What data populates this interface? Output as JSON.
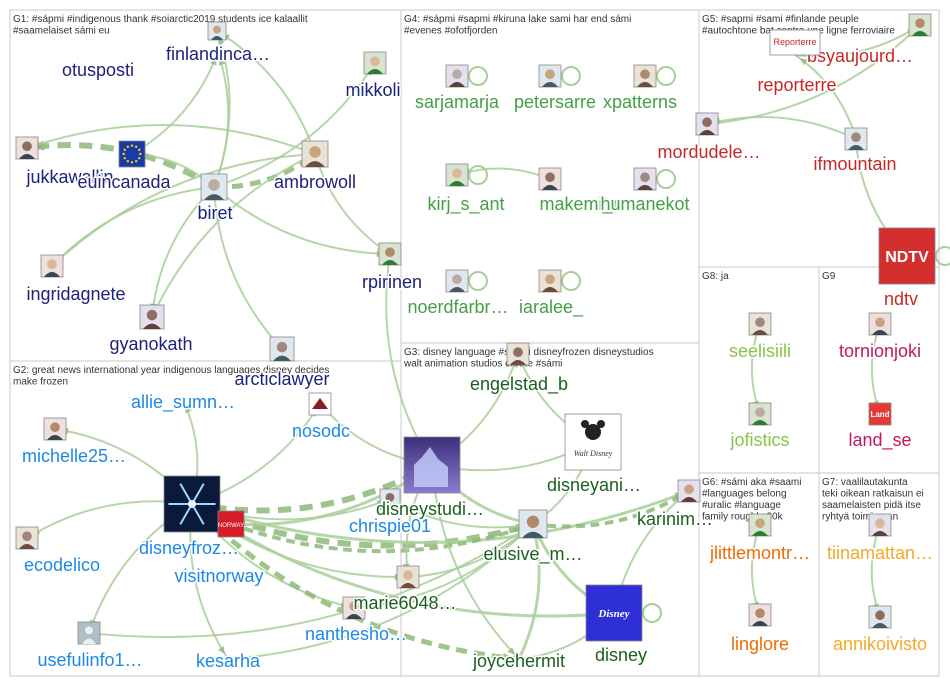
{
  "colors": {
    "edge": "#a8cf9a",
    "edge_dark": "#8eb979",
    "group_border": "#c8c8c8"
  },
  "groups": [
    {
      "id": "G1",
      "lines": [
        "G1: #sápmi #indigenous thank #soiarctic2019 students ice kalaallit",
        "#saamelaiset sámi eu"
      ],
      "color": "#1a237e"
    },
    {
      "id": "G2",
      "lines": [
        "G2: great news international year indigenous languages disney decides",
        "make frozen"
      ],
      "color": "#1e88e5"
    },
    {
      "id": "G3",
      "lines": [
        "G3: disney language #sapmi disneyfrozen disneystudios",
        "walt animation studios create #sámi"
      ],
      "color": "#1b5e20"
    },
    {
      "id": "G4",
      "lines": [
        "G4: #sápmi #sapmi #kiruna lake sami har end sámi",
        "#evenes #ofotfjorden"
      ],
      "color": "#43a047"
    },
    {
      "id": "G5",
      "lines": [
        "G5: #sapmi #sami #finlande peuple",
        "#autochtone bat contre une ligne ferroviaire"
      ],
      "color": "#c62828"
    },
    {
      "id": "G6",
      "lines": [
        "G6: #sámi aka #saami",
        "#languages belong",
        "#uralic #language",
        "family roughly 30k"
      ],
      "color": "#ef6c00"
    },
    {
      "id": "G7",
      "lines": [
        "G7: vaalilautakunta",
        "teki oikean ratkaisun ei",
        "saamelaisten pidä itse",
        "ryhtyä toimimaan"
      ],
      "color": "#f9a825"
    },
    {
      "id": "G8",
      "lines": [
        "G8: ja"
      ],
      "color": "#8bc34a"
    },
    {
      "id": "G9",
      "lines": [
        "G9"
      ],
      "color": "#c2185b"
    }
  ],
  "nodes": [
    {
      "id": "otusposti",
      "label": "otusposti",
      "group": "G1"
    },
    {
      "id": "finlandinca",
      "label": "finlandinca…",
      "group": "G1"
    },
    {
      "id": "mikkoli",
      "label": "mikkoli",
      "group": "G1"
    },
    {
      "id": "jukkawallin",
      "label": "jukkawallin",
      "group": "G1"
    },
    {
      "id": "euincanada",
      "label": "euincanada",
      "group": "G1"
    },
    {
      "id": "biret",
      "label": "biret",
      "group": "G1"
    },
    {
      "id": "ambrowoll",
      "label": "ambrowoll",
      "group": "G1"
    },
    {
      "id": "rpirinen",
      "label": "rpirinen",
      "group": "G1"
    },
    {
      "id": "ingridagnete",
      "label": "ingridagnete",
      "group": "G1"
    },
    {
      "id": "gyanokath",
      "label": "gyanokath",
      "group": "G1"
    },
    {
      "id": "arcticlawyer",
      "label": "arcticlawyer",
      "group": "G1"
    },
    {
      "id": "allie_sumn",
      "label": "allie_sumn…",
      "group": "G2"
    },
    {
      "id": "nosodc",
      "label": "nosodc",
      "group": "G2"
    },
    {
      "id": "michelle25",
      "label": "michelle25…",
      "group": "G2"
    },
    {
      "id": "disneyfroz",
      "label": "disneyfroz…",
      "group": "G2"
    },
    {
      "id": "chrispie01",
      "label": "chrispie01",
      "group": "G2"
    },
    {
      "id": "ecodelico",
      "label": "ecodelico",
      "group": "G2"
    },
    {
      "id": "visitnorway",
      "label": "visitnorway",
      "group": "G2"
    },
    {
      "id": "nanthesho",
      "label": "nanthesho…",
      "group": "G2"
    },
    {
      "id": "usefulinfo1",
      "label": "usefulinfo1…",
      "group": "G2"
    },
    {
      "id": "kesarha",
      "label": "kesarha",
      "group": "G2"
    },
    {
      "id": "engelstad_b",
      "label": "engelstad_b",
      "group": "G3"
    },
    {
      "id": "disneystudi",
      "label": "disneystudi…",
      "group": "G3"
    },
    {
      "id": "disneyani",
      "label": "disneyani…",
      "group": "G3"
    },
    {
      "id": "karinim",
      "label": "karinim…",
      "group": "G3"
    },
    {
      "id": "elusive_m",
      "label": "elusive_m…",
      "group": "G3"
    },
    {
      "id": "marie6048",
      "label": "marie6048…",
      "group": "G3"
    },
    {
      "id": "joycehermit",
      "label": "joycehermit",
      "group": "G3"
    },
    {
      "id": "disney",
      "label": "disney",
      "group": "G3"
    },
    {
      "id": "sarjamarja",
      "label": "sarjamarja",
      "group": "G4"
    },
    {
      "id": "petersarre",
      "label": "petersarre",
      "group": "G4"
    },
    {
      "id": "xpatterns",
      "label": "xpatterns",
      "group": "G4"
    },
    {
      "id": "kirj_s_ant",
      "label": "kirj_s_ant",
      "group": "G4"
    },
    {
      "id": "makemi_r",
      "label": "makemi_r",
      "group": "G4"
    },
    {
      "id": "humanekot",
      "label": "humanekot",
      "group": "G4"
    },
    {
      "id": "noerdfarbr",
      "label": "noerdfarbr…",
      "group": "G4"
    },
    {
      "id": "iaralee_",
      "label": "iaralee_",
      "group": "G4"
    },
    {
      "id": "bsyaujourd",
      "label": "bsyaujourd…",
      "group": "G5"
    },
    {
      "id": "reporterre",
      "label": "reporterre",
      "group": "G5"
    },
    {
      "id": "mordudele",
      "label": "mordudele…",
      "group": "G5"
    },
    {
      "id": "ifmountain",
      "label": "ifmountain",
      "group": "G5"
    },
    {
      "id": "ndtv",
      "label": "ndtv",
      "group": "G5"
    },
    {
      "id": "jlittlemontr",
      "label": "jlittlemontr…",
      "group": "G6"
    },
    {
      "id": "linglore",
      "label": "linglore",
      "group": "G6"
    },
    {
      "id": "tiinamattan",
      "label": "tiinamattan…",
      "group": "G7"
    },
    {
      "id": "annikoivisto",
      "label": "annikoivisto",
      "group": "G7"
    },
    {
      "id": "seelisiili",
      "label": "seelisiili",
      "group": "G8"
    },
    {
      "id": "jofistics",
      "label": "jofistics",
      "group": "G8"
    },
    {
      "id": "tornionjoki",
      "label": "tornionjoki",
      "group": "G9"
    },
    {
      "id": "land_se",
      "label": "land_se",
      "group": "G9"
    }
  ],
  "images": {
    "ndtv_logo": "NDTV",
    "reporterre_logo": "Reporterre",
    "disney_logo": "Disney",
    "walt_disney_logo": "Walt Disney",
    "visitnorway_tile": "NORWAY",
    "land_se_logo": "Land"
  },
  "edges": [
    [
      "biret",
      "otusposti",
      "solid",
      2
    ],
    [
      "biret",
      "finlandinca",
      "solid",
      2
    ],
    [
      "biret",
      "mikkoli",
      "solid",
      2
    ],
    [
      "biret",
      "jukkawallin",
      "dashed",
      6
    ],
    [
      "biret",
      "euincanada",
      "solid",
      2
    ],
    [
      "biret",
      "ambrowoll",
      "dashed",
      5
    ],
    [
      "biret",
      "rpirinen",
      "solid",
      2
    ],
    [
      "biret",
      "ingridagnete",
      "solid",
      2
    ],
    [
      "biret",
      "gyanokath",
      "solid",
      2
    ],
    [
      "biret",
      "arcticlawyer",
      "solid",
      2
    ],
    [
      "ambrowoll",
      "jukkawallin",
      "solid",
      2
    ],
    [
      "ambrowoll",
      "otusposti",
      "solid",
      2
    ],
    [
      "ambrowoll",
      "rpirinen",
      "solid",
      2
    ],
    [
      "ambrowoll",
      "gyanokath",
      "solid",
      2
    ],
    [
      "ambrowoll",
      "ingridagnete",
      "solid",
      2
    ],
    [
      "euincanada",
      "finlandinca",
      "solid",
      2
    ],
    [
      "rpirinen",
      "disneystudi",
      "solid",
      2
    ],
    [
      "disneyfroz",
      "michelle25",
      "solid",
      2
    ],
    [
      "disneyfroz",
      "allie_sumn",
      "solid",
      2
    ],
    [
      "disneyfroz",
      "nosodc",
      "solid",
      2
    ],
    [
      "disneyfroz",
      "ecodelico",
      "solid",
      2
    ],
    [
      "disneyfroz",
      "usefulinfo1",
      "solid",
      2
    ],
    [
      "disneyfroz",
      "kesarha",
      "solid",
      2
    ],
    [
      "disneyfroz",
      "nanthesho",
      "solid",
      2
    ],
    [
      "disneyfroz",
      "marie6048",
      "solid",
      2
    ],
    [
      "disneyfroz",
      "visitnorway",
      "solid",
      2
    ],
    [
      "disneyfroz",
      "chrispie01",
      "solid",
      2
    ],
    [
      "disneyfroz",
      "disneystudi",
      "dashed",
      6
    ],
    [
      "disneyfroz",
      "elusive_m",
      "dashed",
      6
    ],
    [
      "disneyfroz",
      "joycehermit",
      "dashed",
      5
    ],
    [
      "disneyfroz",
      "disney",
      "solid",
      3
    ],
    [
      "disneyfroz",
      "karinim",
      "solid",
      3
    ],
    [
      "visitnorway",
      "elusive_m",
      "dashed",
      4
    ],
    [
      "visitnorway",
      "disneystudi",
      "solid",
      3
    ],
    [
      "nosodc",
      "disneystudi",
      "solid",
      2
    ],
    [
      "disneystudi",
      "engelstad_b",
      "solid",
      2
    ],
    [
      "disneystudi",
      "disneyani",
      "solid",
      2
    ],
    [
      "disneystudi",
      "elusive_m",
      "solid",
      3
    ],
    [
      "disneystudi",
      "joycehermit",
      "solid",
      2
    ],
    [
      "disneystudi",
      "marie6048",
      "solid",
      2
    ],
    [
      "engelstad_b",
      "disneyani",
      "solid",
      2
    ],
    [
      "elusive_m",
      "disney",
      "solid",
      3
    ],
    [
      "elusive_m",
      "karinim",
      "dashed",
      4
    ],
    [
      "elusive_m",
      "disneyani",
      "solid",
      2
    ],
    [
      "joycehermit",
      "disney",
      "solid",
      2
    ],
    [
      "joycehermit",
      "elusive_m",
      "solid",
      3
    ],
    [
      "karinim",
      "disney",
      "solid",
      2
    ],
    [
      "marie6048",
      "elusive_m",
      "solid",
      2
    ],
    [
      "chrispie01",
      "elusive_m",
      "solid",
      2
    ],
    [
      "nanthesho",
      "elusive_m",
      "solid",
      2
    ],
    [
      "kesarha",
      "elusive_m",
      "solid",
      2
    ],
    [
      "usefulinfo1",
      "elusive_m",
      "solid",
      2
    ],
    [
      "makemi_r",
      "kirj_s_ant",
      "solid",
      2
    ],
    [
      "ifmountain",
      "reporterre",
      "solid",
      2
    ],
    [
      "ifmountain",
      "mordudele",
      "solid",
      2
    ],
    [
      "reporterre",
      "bsyaujourd",
      "solid",
      2
    ],
    [
      "ifmountain",
      "ndtv",
      "solid",
      2
    ],
    [
      "mordudele",
      "bsyaujourd",
      "solid",
      2
    ],
    [
      "jlittlemontr",
      "linglore",
      "solid",
      2
    ],
    [
      "tiinamattan",
      "annikoivisto",
      "solid",
      2
    ],
    [
      "seelisiili",
      "jofistics",
      "solid",
      2
    ],
    [
      "tornionjoki",
      "land_se",
      "solid",
      2
    ]
  ],
  "loops": [
    "sarjamarja",
    "petersarre",
    "xpatterns",
    "kirj_s_ant",
    "humanekot",
    "noerdfarbr",
    "iaralee_",
    "disney",
    "ndtv"
  ]
}
